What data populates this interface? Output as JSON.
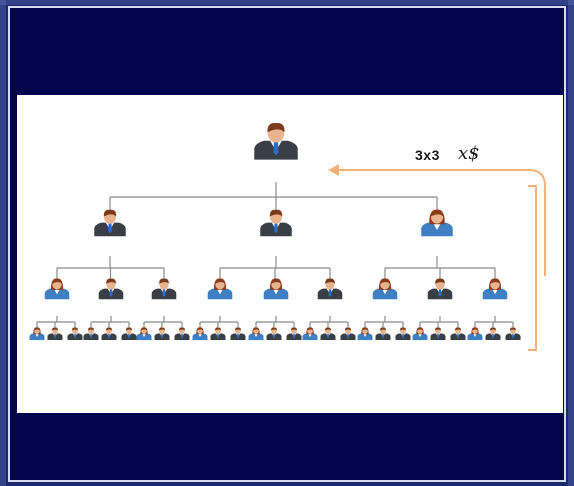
{
  "diagram": {
    "label_structure": "3x3",
    "label_currency": "x$",
    "colors": {
      "background": "#03064e",
      "panel": "#ffffff",
      "connector": "#8a8a8a",
      "arrow": "#f2b27a",
      "male_suit": "#3a3f46",
      "female_suit": "#3f7fc4",
      "tie": "#2a6cc8",
      "skin": "#e8b48f",
      "hair_male": "#7a3a1c",
      "hair_female": "#8a3c1c"
    },
    "levels": [
      {
        "level": 1,
        "members": [
          "male"
        ]
      },
      {
        "level": 2,
        "members": [
          "male",
          "male",
          "female"
        ]
      },
      {
        "level": 3,
        "members": [
          "female",
          "male",
          "male",
          "female",
          "female",
          "male",
          "female",
          "male",
          "female"
        ]
      },
      {
        "level": 4,
        "members": [
          "female",
          "male",
          "male",
          "male",
          "male",
          "male",
          "female",
          "male",
          "male",
          "female",
          "male",
          "male",
          "female",
          "male",
          "male",
          "female",
          "male",
          "male",
          "female",
          "male",
          "male",
          "female",
          "male",
          "male",
          "female",
          "male",
          "male"
        ]
      }
    ]
  }
}
